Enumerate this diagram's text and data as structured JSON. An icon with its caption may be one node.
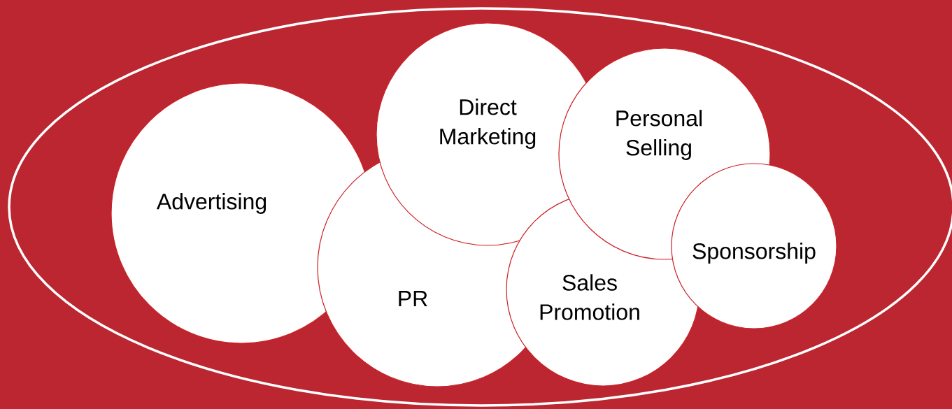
{
  "diagram": {
    "nodes": [
      {
        "text": [
          "Advertising"
        ]
      },
      {
        "text": [
          "Direct Marketing"
        ]
      },
      {
        "text": [
          "Personal Selling"
        ]
      },
      {
        "text": [
          "PR"
        ]
      },
      {
        "text": [
          "Sales Promotion"
        ]
      },
      {
        "text": [
          "Sponsorship"
        ]
      }
    ]
  }
}
